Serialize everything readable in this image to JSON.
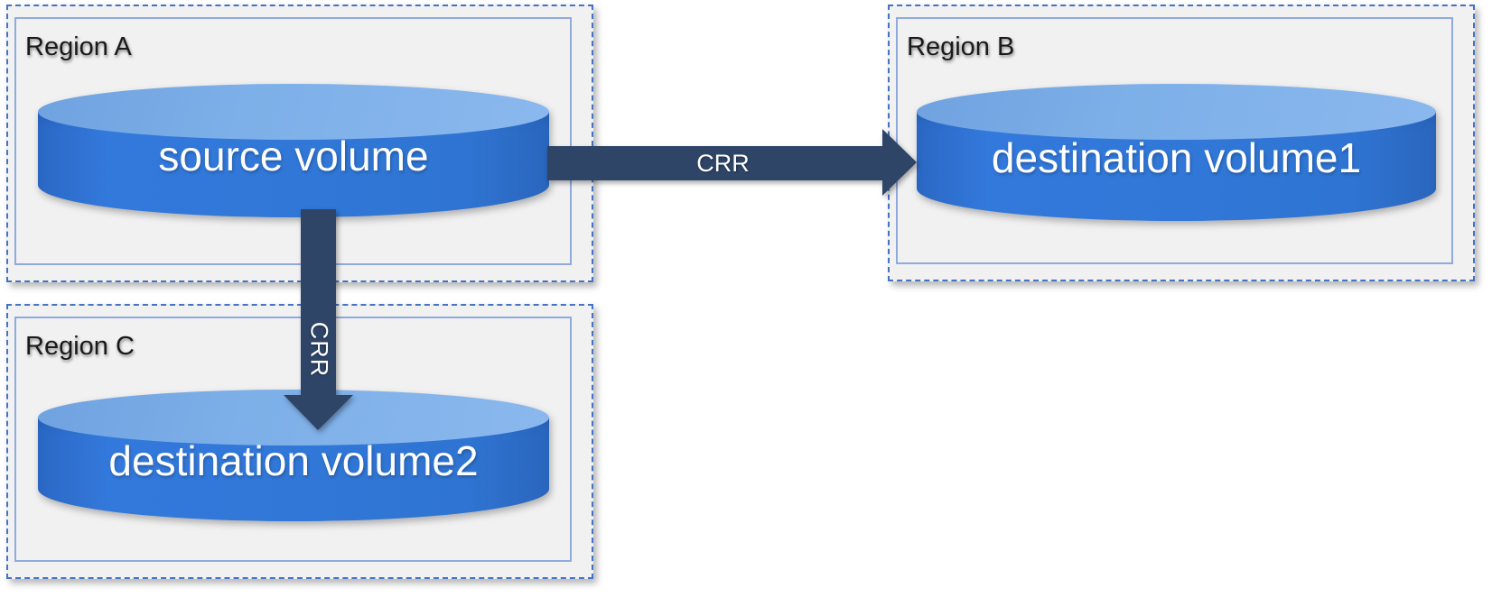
{
  "regions": [
    {
      "id": "region-a",
      "label": "Region A"
    },
    {
      "id": "region-b",
      "label": "Region B"
    },
    {
      "id": "region-c",
      "label": "Region C"
    }
  ],
  "volumes": [
    {
      "id": "source-volume",
      "label": "source volume",
      "region": "Region A"
    },
    {
      "id": "destination-volume1",
      "label": "destination volume1",
      "region": "Region B"
    },
    {
      "id": "destination-volume2",
      "label": "destination volume2",
      "region": "Region C"
    }
  ],
  "arrows": [
    {
      "id": "crr-arrow-right",
      "label": "CRR",
      "from": "source volume",
      "to": "destination volume1",
      "direction": "right"
    },
    {
      "id": "crr-arrow-down",
      "label": "CRR",
      "from": "source volume",
      "to": "destination volume2",
      "direction": "down"
    }
  ],
  "colors": {
    "region_bg": "#F1F1F2",
    "region_border_dashed": "#4472C4",
    "region_border_inner": "#8FAADC",
    "label_color": "#1A1A1A",
    "cylinder_body": "#2F74D2",
    "cylinder_top": "#7DAFE8",
    "arrow_color": "#2E4568",
    "volume_text": "#FFFFFF"
  }
}
